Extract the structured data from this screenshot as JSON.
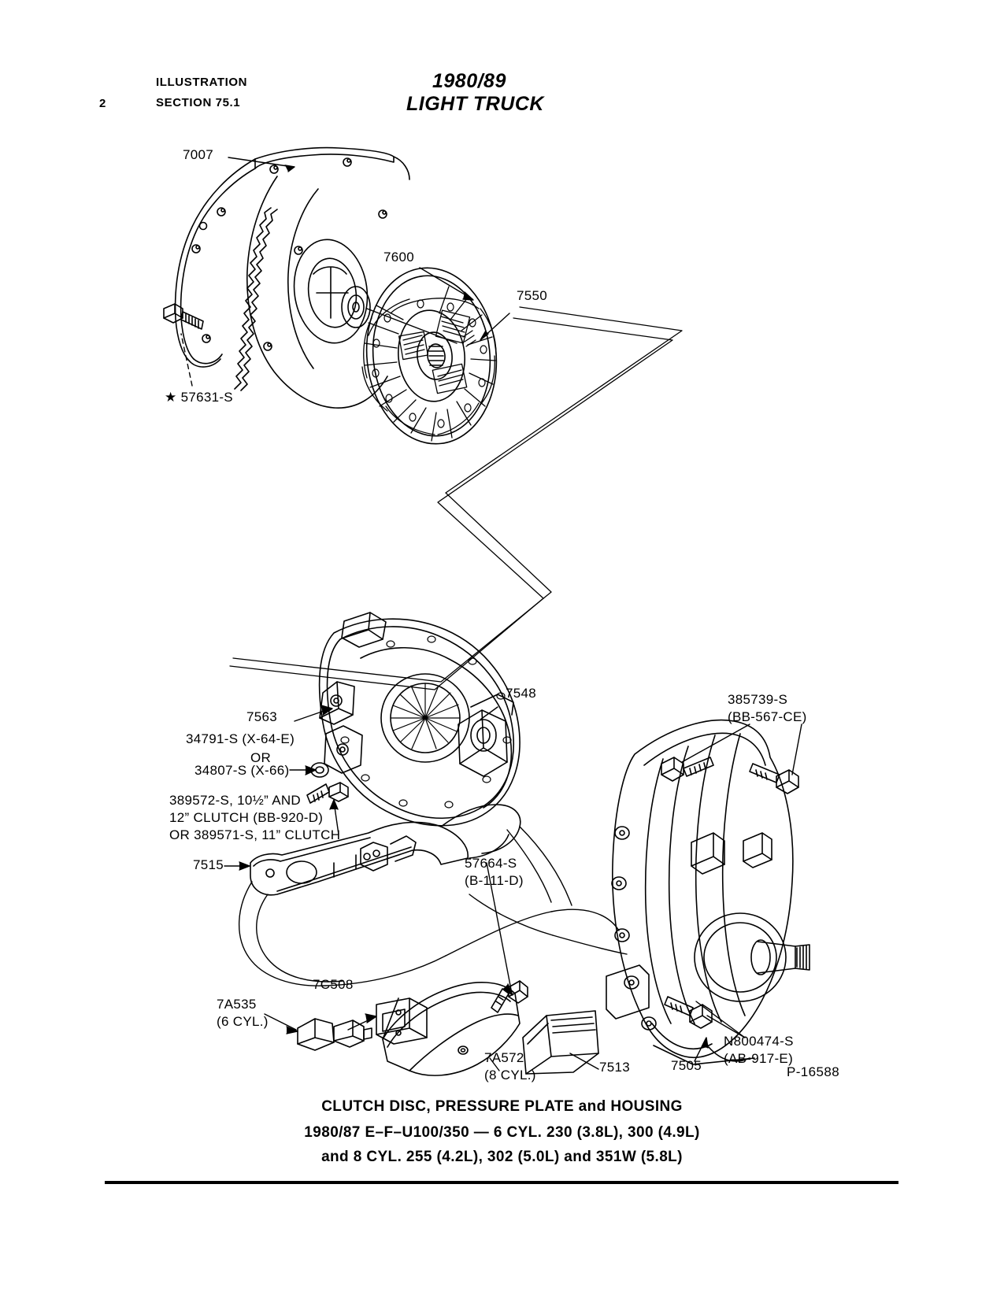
{
  "header": {
    "page_number": "2",
    "illustration_label": "ILLUSTRATION",
    "section_label": "SECTION 75.1",
    "year_range": "1980/89",
    "model": "LIGHT TRUCK"
  },
  "callouts": {
    "flywheel_ring": "7007",
    "pilot_bearing": "7600",
    "clutch_disc": "7550",
    "flywheel_bolt": "★ 57631-S",
    "pressure_plate_cover": "7563",
    "release_bearing_hub": "7548",
    "bolt_x64e": "34791-S (X-64-E)",
    "or_1": "OR",
    "bolt_x66": "34807-S (X-66)",
    "clutch_bolt_block": "389572-S, 10½” AND\n12” CLUTCH (BB-920-D)\nOR 389571-S, 11” CLUTCH",
    "release_lever": "7515",
    "retainer_spring": "57664-S\n(B-111-D)",
    "dust_cover_clip": "7C508",
    "cover_6cyl": "7A535\n(6 CYL.)",
    "cover_8cyl": "7A572\n(8 CYL.)",
    "inspection_cover": "7513",
    "bell_housing": "7505",
    "housing_bolt_upper": "385739-S\n(BB-567-CE)",
    "housing_bolt_lower": "N800474-S\n(AB-917-E)"
  },
  "caption": {
    "line1": "CLUTCH DISC, PRESSURE PLATE and HOUSING",
    "line2": "1980/87 E–F–U100/350 — 6 CYL. 230 (3.8L), 300 (4.9L)",
    "line3": "and 8 CYL. 255 (4.2L), 302 (5.0L) and 351W (5.8L)",
    "plate_code": "P-16588"
  },
  "colors": {
    "ink": "#000000",
    "paper": "#ffffff"
  }
}
